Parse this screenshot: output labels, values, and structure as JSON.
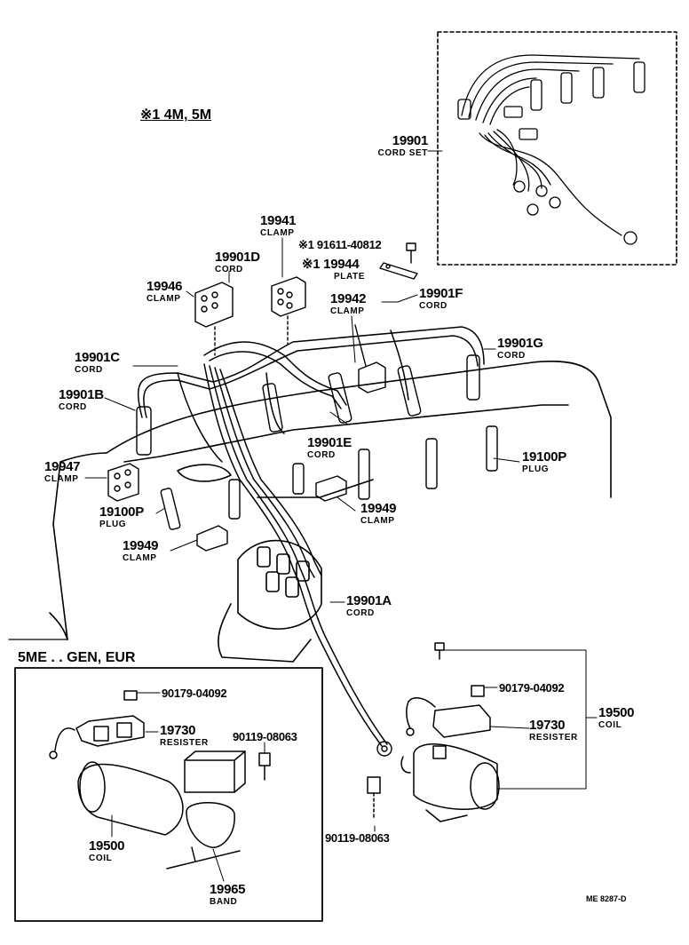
{
  "models_note": "※1 4M, 5M",
  "inset_header": "5ME . . GEN, EUR",
  "diagram_code": "ME 8287-D",
  "parts": {
    "cord_set": {
      "num": "19901",
      "name": "CORD SET"
    },
    "clamp_19941": {
      "num": "19941",
      "name": "CLAMP"
    },
    "bolt_91611": {
      "num": "※1  91611-40812"
    },
    "plate_19944": {
      "num": "※1 19944",
      "name": "PLATE"
    },
    "cord_19901d": {
      "num": "19901D",
      "name": "CORD"
    },
    "clamp_19946": {
      "num": "19946",
      "name": "CLAMP"
    },
    "clamp_19942": {
      "num": "19942",
      "name": "CLAMP"
    },
    "cord_19901f": {
      "num": "19901F",
      "name": "CORD"
    },
    "cord_19901g": {
      "num": "19901G",
      "name": "CORD"
    },
    "cord_19901c": {
      "num": "19901C",
      "name": "CORD"
    },
    "cord_19901b": {
      "num": "19901B",
      "name": "CORD"
    },
    "cord_19901e": {
      "num": "19901E",
      "name": "CORD"
    },
    "plug_right": {
      "num": "19100P",
      "name": "PLUG"
    },
    "clamp_19947": {
      "num": "19947",
      "name": "CLAMP"
    },
    "plug_left": {
      "num": "19100P",
      "name": "PLUG"
    },
    "clamp_19949_right": {
      "num": "19949",
      "name": "CLAMP"
    },
    "clamp_19949_left": {
      "num": "19949",
      "name": "CLAMP"
    },
    "cord_19901a": {
      "num": "19901A",
      "name": "CORD"
    },
    "nut_main": {
      "num": "90179-04092"
    },
    "resister_main": {
      "num": "19730",
      "name": "RESISTER"
    },
    "coil_main": {
      "num": "19500",
      "name": "COIL"
    },
    "bolt_main": {
      "num": "90119-08063"
    },
    "nut_inset": {
      "num": "90179-04092"
    },
    "resister_inset": {
      "num": "19730",
      "name": "RESISTER"
    },
    "bolt_inset": {
      "num": "90119-08063"
    },
    "coil_inset": {
      "num": "19500",
      "name": "COIL"
    },
    "band_inset": {
      "num": "19965",
      "name": "BAND"
    }
  }
}
